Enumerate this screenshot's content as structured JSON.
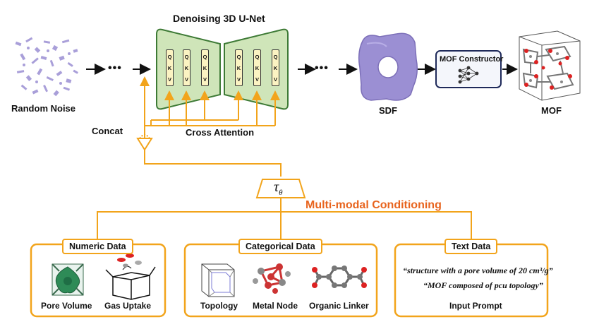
{
  "top": {
    "unet_title": "Denoising 3D U-Net",
    "random_noise": "Random Noise",
    "dots": "•••",
    "sdf": "SDF",
    "mof_constructor": "MOF Constructor",
    "mof": "MOF",
    "concat": "Concat",
    "cross_attention": "Cross Attention",
    "qkv": [
      "Q",
      "K",
      "V"
    ]
  },
  "conditioning": {
    "tau": "τ",
    "theta": "θ",
    "title": "Multi-modal Conditioning",
    "colors": {
      "accent": "#f2a41b",
      "title": "#e8641e",
      "unet": "#cfe5b9",
      "unet_border": "#3d7a35",
      "sdf": "#9b8fd3"
    }
  },
  "numeric": {
    "title": "Numeric Data",
    "items": [
      "Pore Volume",
      "Gas Uptake"
    ]
  },
  "categorical": {
    "title": "Categorical Data",
    "items": [
      "Topology",
      "Metal Node",
      "Organic Linker"
    ]
  },
  "text": {
    "title": "Text Data",
    "quote1": "“structure with a pore volume of 20 cm³/g”",
    "quote2": "“MOF composed of pcu topology”",
    "caption": "Input Prompt"
  }
}
